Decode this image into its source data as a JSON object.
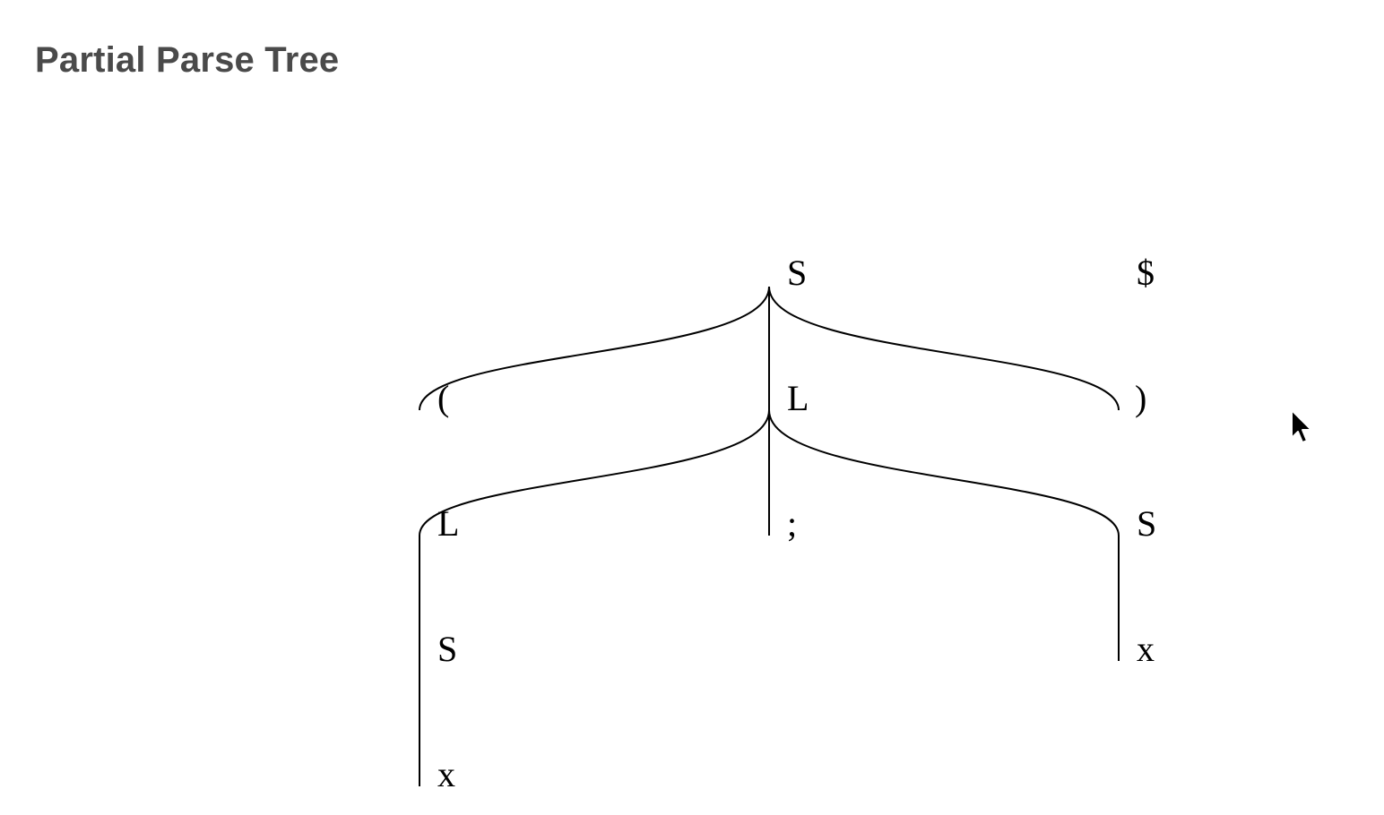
{
  "header": {
    "title": "Partial Parse Tree"
  },
  "tree": {
    "nodes": [
      {
        "id": "s_root",
        "label": "S",
        "parent": null
      },
      {
        "id": "dollar",
        "label": "$",
        "parent": null
      },
      {
        "id": "lparen",
        "label": "(",
        "parent": "s_root"
      },
      {
        "id": "l_mid",
        "label": "L",
        "parent": "s_root"
      },
      {
        "id": "rparen",
        "label": ")",
        "parent": "s_root"
      },
      {
        "id": "l_left",
        "label": "L",
        "parent": "l_mid"
      },
      {
        "id": "semi",
        "label": ";",
        "parent": "l_mid"
      },
      {
        "id": "s_right",
        "label": "S",
        "parent": "l_mid"
      },
      {
        "id": "s_left",
        "label": "S",
        "parent": "l_left"
      },
      {
        "id": "x_right",
        "label": "x",
        "parent": "s_right"
      },
      {
        "id": "x_left",
        "label": "x",
        "parent": "s_left"
      }
    ]
  },
  "colors": {
    "title": "#4a4a4a",
    "edge": "#000000",
    "label": "#000000"
  },
  "cursor": {
    "icon": "mouse-pointer-icon"
  }
}
